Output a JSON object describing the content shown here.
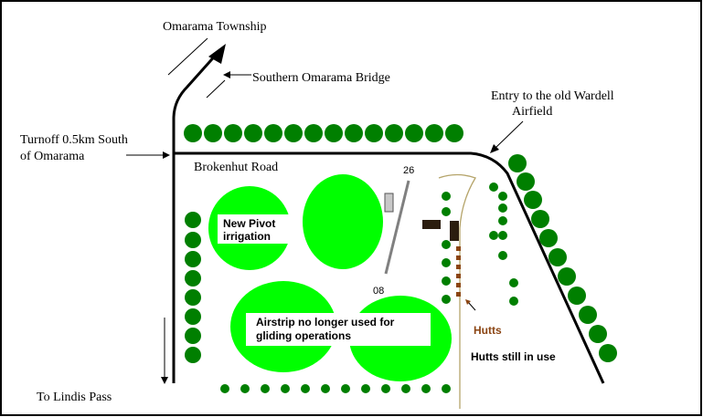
{
  "labels": {
    "township": "Omarama Township",
    "bridge": "Southern Omarama Bridge",
    "entry_line1": "Entry to the old Wardell",
    "entry_line2": "Airfield",
    "turnoff_line1": "Turnoff 0.5km South",
    "turnoff_line2": "of Omarama",
    "road": "Brokenhut Road",
    "runway_end_north": "26",
    "runway_end_south": "08",
    "pivot_line1": "New Pivot",
    "pivot_line2": "irrigation",
    "airstrip_line1": "Airstrip no longer used for",
    "airstrip_line2": "gliding operations",
    "hutts": "Hutts",
    "hutts_in_use": "Hutts still in use",
    "lindis": "To Lindis Pass"
  },
  "colors": {
    "tree": "#007f00",
    "field": "#00ff00",
    "hut": "#8b4513",
    "track": "#b5a46a",
    "building": "#2b1d0e",
    "runway": "#808080",
    "frame": "#000000"
  }
}
